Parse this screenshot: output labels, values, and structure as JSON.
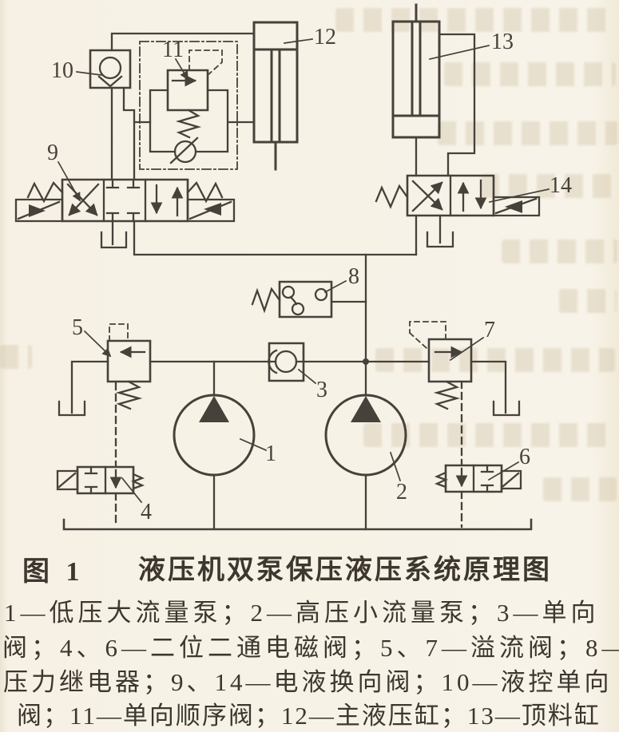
{
  "figure": {
    "fig_label": "图 1",
    "title": "液压机双泵保压液压系统原理图",
    "legend_lines": [
      "1—低压大流量泵；2—高压小流量泵；3—单向",
      "阀；4、6—二位二通电磁阀；5、7—溢流阀；8—",
      "压力继电器；9、14—电液换向阀；10—液控单向",
      "阀；11—单向顺序阀；12—主液压缸；13—顶料缸"
    ]
  },
  "diagram": {
    "component_labels": {
      "c1": "1",
      "c2": "2",
      "c3": "3",
      "c4": "4",
      "c5": "5",
      "c6": "6",
      "c7": "7",
      "c8": "8",
      "c9": "9",
      "c10": "10",
      "c11": "11",
      "c12": "12",
      "c13": "13",
      "c14": "14"
    }
  },
  "colors": {
    "ink": "#46413a",
    "paper": "#f7f3e8",
    "ghost": "#b09970"
  }
}
